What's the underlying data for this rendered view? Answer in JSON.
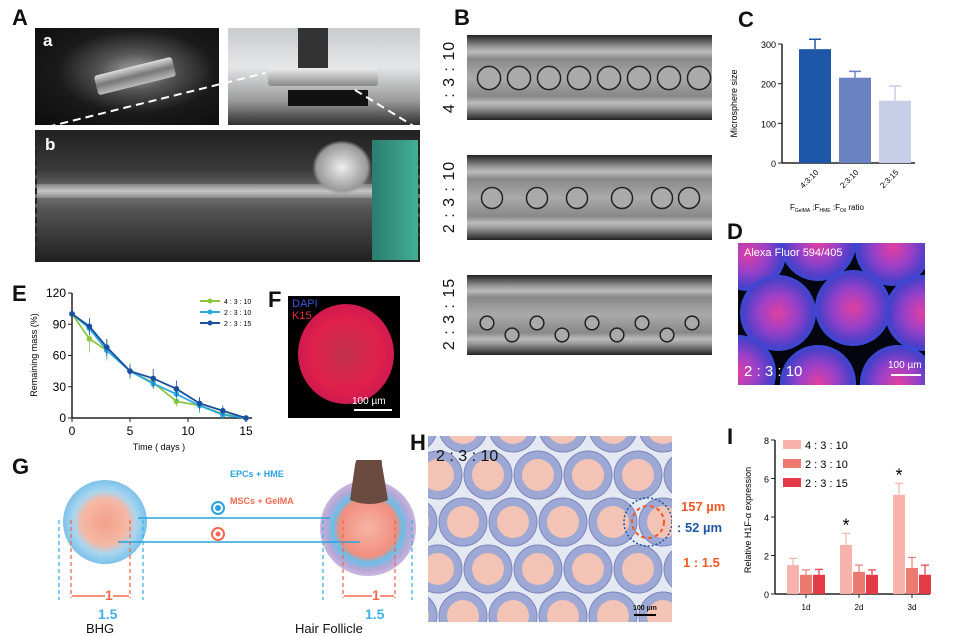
{
  "panels": {
    "A": "A",
    "a": "a",
    "b": "b",
    "B": "B",
    "C": "C",
    "D": "D",
    "E": "E",
    "F": "F",
    "G": "G",
    "H": "H",
    "I": "I"
  },
  "panel_b": {
    "ratios": [
      "4 : 3 : 10",
      "2 : 3 : 10",
      "2 : 3 : 15"
    ]
  },
  "panel_d": {
    "title": "Alexa Fluor 594/405",
    "ratio": "2 : 3 : 10",
    "scale": "100 µm"
  },
  "panel_f": {
    "dapi": "DAPI",
    "k15": "K15",
    "scale": "100 µm"
  },
  "panel_g": {
    "legend1": "EPCs + HME",
    "legend2": "MSCs + GelMA",
    "inner": "1",
    "outer": "1.5",
    "left_caption": "BHG",
    "right_caption": "Hair Follicle"
  },
  "panel_h": {
    "ratio": "2 : 3 : 10",
    "core": "157 µm",
    "shell": ": 52 µm",
    "ratio_label": "1 : 1.5",
    "scale": "100 µm"
  },
  "colors": {
    "c_bars": [
      "#1f57a8",
      "#6a83c0",
      "#c8cde8"
    ],
    "e_series": [
      "#8cc63f",
      "#29abe2",
      "#1c4fa0"
    ],
    "i_bars": [
      "#f7b3ab",
      "#ec7a70",
      "#e33a48"
    ]
  },
  "chart_data": [
    {
      "type": "bar",
      "title": "",
      "ylabel": "Microsphere size",
      "xlabel_parts": [
        "F",
        "GelMA",
        ":F",
        "HME",
        ":F",
        "Oil",
        "ratio"
      ],
      "categories": [
        "4:3:10",
        "2:3:10",
        "2:3:15"
      ],
      "values": [
        287,
        215,
        157
      ],
      "errors": [
        25,
        16,
        37
      ],
      "ylim": [
        0,
        300
      ],
      "yticks": [
        "0",
        "100",
        "200",
        "300"
      ]
    },
    {
      "type": "line",
      "xlabel": "Time ( days )",
      "ylabel": "Remaining mass (%)",
      "x": [
        0,
        1.5,
        3,
        5,
        7,
        9,
        11,
        13,
        15
      ],
      "xticks": [
        "0",
        "5",
        "10",
        "15"
      ],
      "yticks": [
        "0",
        "30",
        "60",
        "90",
        "120"
      ],
      "xlim": [
        0,
        15
      ],
      "ylim": [
        0,
        120
      ],
      "legend": "top-right",
      "series": [
        {
          "name": "4 : 3 : 10",
          "values": [
            100,
            76,
            65,
            45,
            34,
            16,
            12,
            4,
            0
          ],
          "errors": [
            2,
            13,
            10,
            8,
            6,
            5,
            6,
            3,
            1
          ]
        },
        {
          "name": "2 : 3 : 10",
          "values": [
            100,
            86,
            65,
            45,
            33,
            23,
            12,
            3,
            0
          ],
          "errors": [
            2,
            6,
            8,
            6,
            5,
            7,
            7,
            4,
            1
          ]
        },
        {
          "name": "2 : 3 : 15",
          "values": [
            100,
            88,
            68,
            45,
            38,
            28,
            14,
            7,
            0
          ],
          "errors": [
            2,
            8,
            8,
            6,
            9,
            8,
            6,
            5,
            1
          ]
        }
      ]
    },
    {
      "type": "bar",
      "ylabel": "Relative H1F-α expression",
      "categories": [
        "1d",
        "2d",
        "3d"
      ],
      "yticks": [
        "0",
        "2",
        "4",
        "6",
        "8"
      ],
      "ylim": [
        0,
        8
      ],
      "legend": "top-left",
      "series": [
        {
          "name": "4 : 3 : 10",
          "values": [
            1.5,
            2.55,
            5.15
          ],
          "errors": [
            0.35,
            0.6,
            0.6
          ]
        },
        {
          "name": "2 : 3 : 10",
          "values": [
            1.0,
            1.15,
            1.35
          ],
          "errors": [
            0.25,
            0.35,
            0.55
          ]
        },
        {
          "name": "2 : 3 : 15",
          "values": [
            1.0,
            1.0,
            1.0
          ],
          "errors": [
            0.28,
            0.25,
            0.5
          ]
        }
      ],
      "annotations": [
        "*",
        "*"
      ]
    }
  ]
}
